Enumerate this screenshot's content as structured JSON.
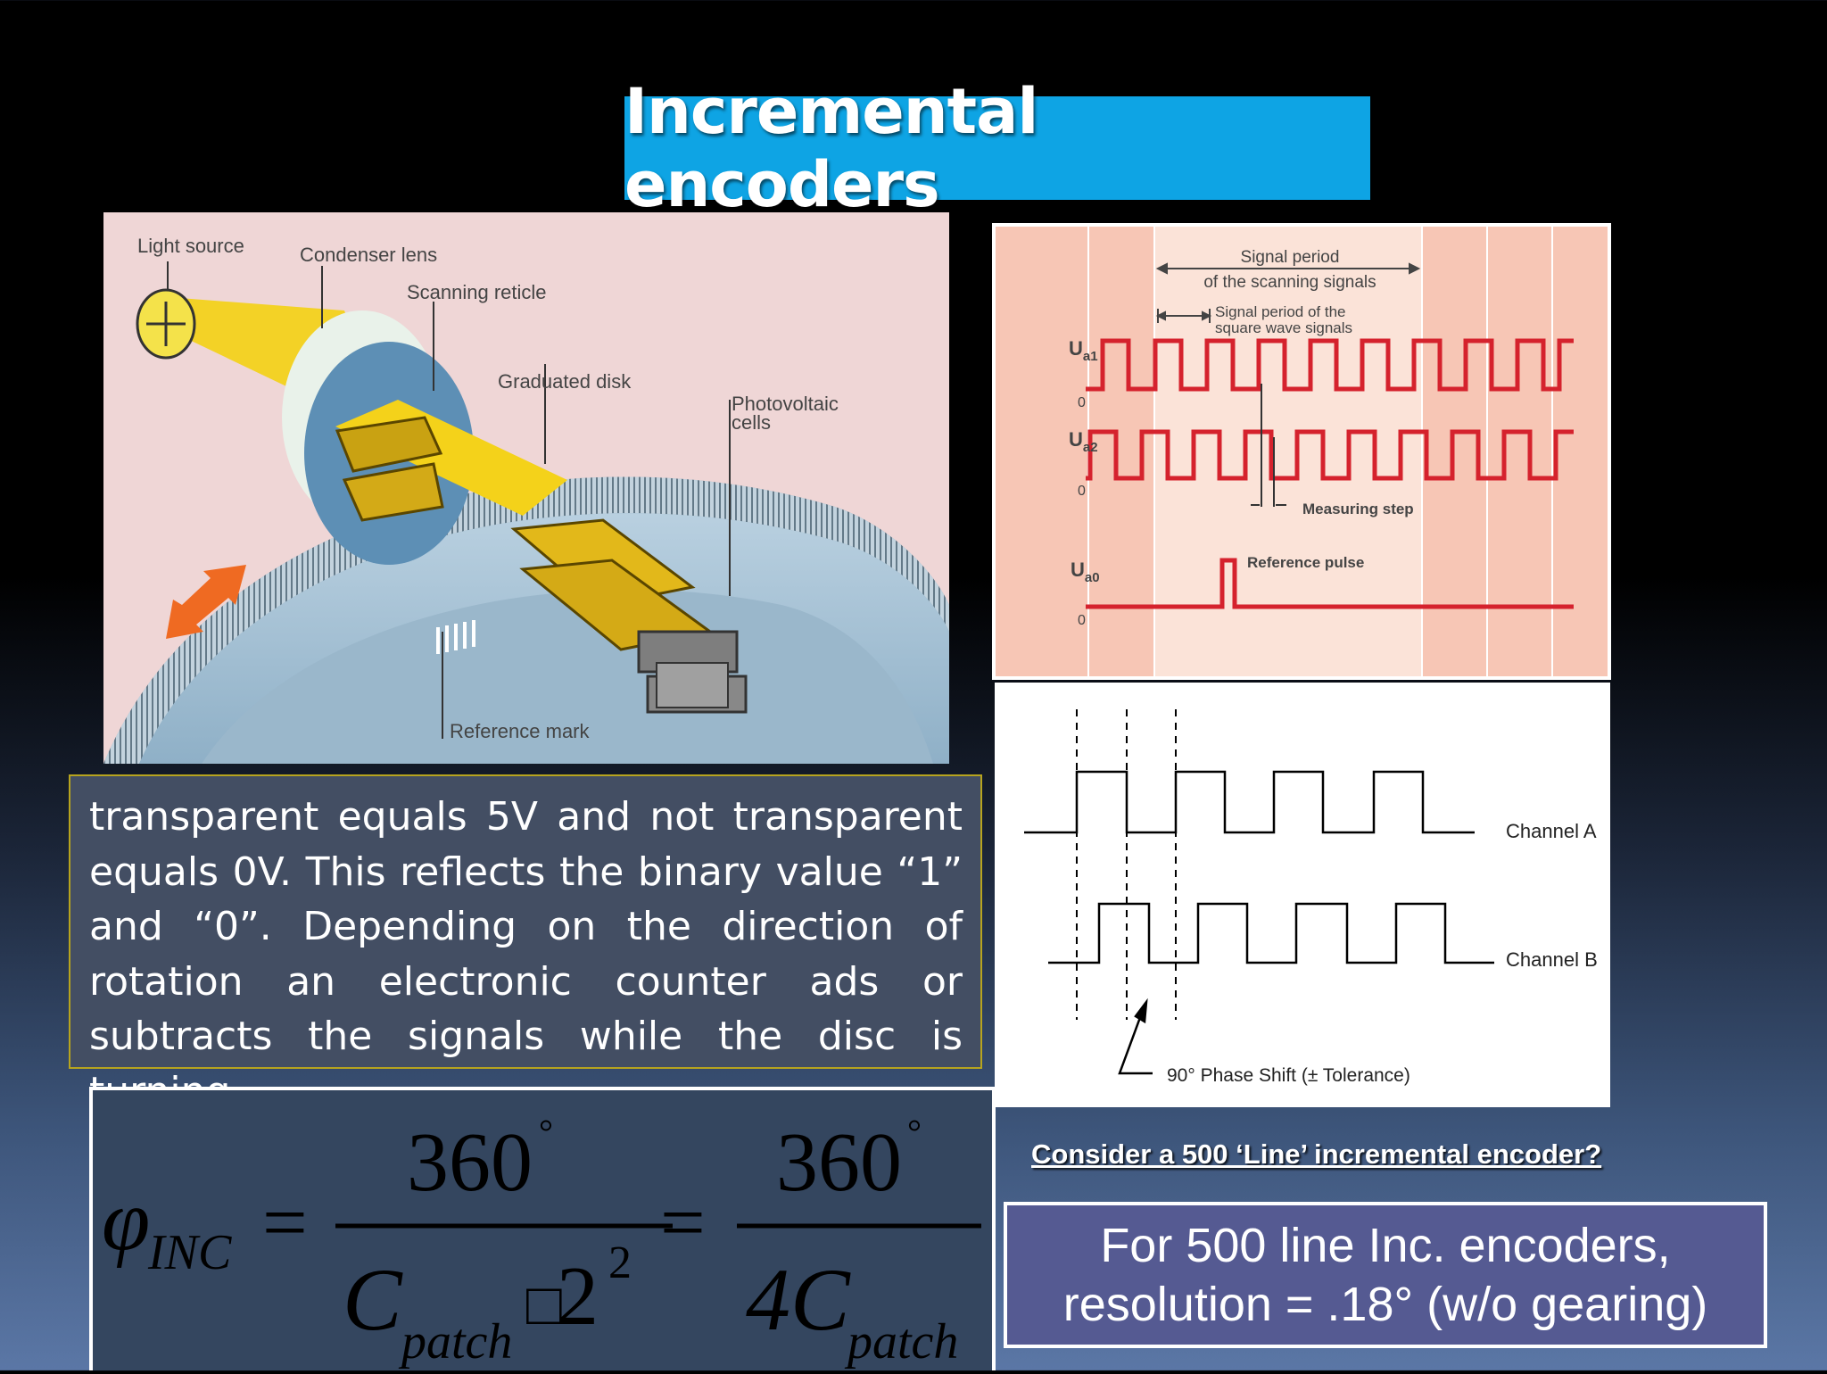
{
  "title": "Incremental encoders",
  "illustration": {
    "labels": {
      "light_source": "Light source",
      "condenser_lens": "Condenser lens",
      "scanning_reticle": "Scanning reticle",
      "graduated_disk": "Graduated disk",
      "photovoltaic_1": "Photovoltaic",
      "photovoltaic_2": "cells",
      "reference_mark": "Reference mark"
    },
    "colors": {
      "background": "#efd6d6",
      "light": "#f2d21c",
      "disk": "#a8c4d8",
      "arrow": "#ef6a22"
    }
  },
  "signal_diagram": {
    "signal_period_1": "Signal period",
    "signal_period_2": "of the scanning signals",
    "square_period_1": "Signal period of the",
    "square_period_2": "square wave signals",
    "ua1_main": "U",
    "ua1_sub": "a1",
    "ua2_main": "U",
    "ua2_sub": "a2",
    "ua0_main": "U",
    "ua0_sub": "a0",
    "zero": "0",
    "measuring_step": "Measuring step",
    "reference_pulse": "Reference pulse",
    "colors": {
      "signal": "#d5222d",
      "background": "#f8c9b8",
      "band_light": "#fbe4da"
    }
  },
  "phase_diagram": {
    "channel_a": "Channel A",
    "channel_b": "Channel B",
    "phase_shift": "90° Phase Shift (± Tolerance)"
  },
  "description": "transparent equals 5V and not transparent equals 0V. This reflects the binary value “1” and “0”. Depending on the direction of rotation an electronic counter ads or subtracts the signals while the disc is turning.",
  "formula": {
    "phi": "φ",
    "sub_inc": "INC",
    "equals": "=",
    "numerator": "360",
    "degree": "°",
    "c": "C",
    "patch": "patch",
    "box_char": "□",
    "two": "2",
    "exponent": "2",
    "four_c": "4C"
  },
  "question": "Consider a 500 ‘Line’ incremental encoder?",
  "answer": {
    "line1": "For 500 line Inc. encoders,",
    "line2": "resolution = .18° (w/o gearing)"
  }
}
